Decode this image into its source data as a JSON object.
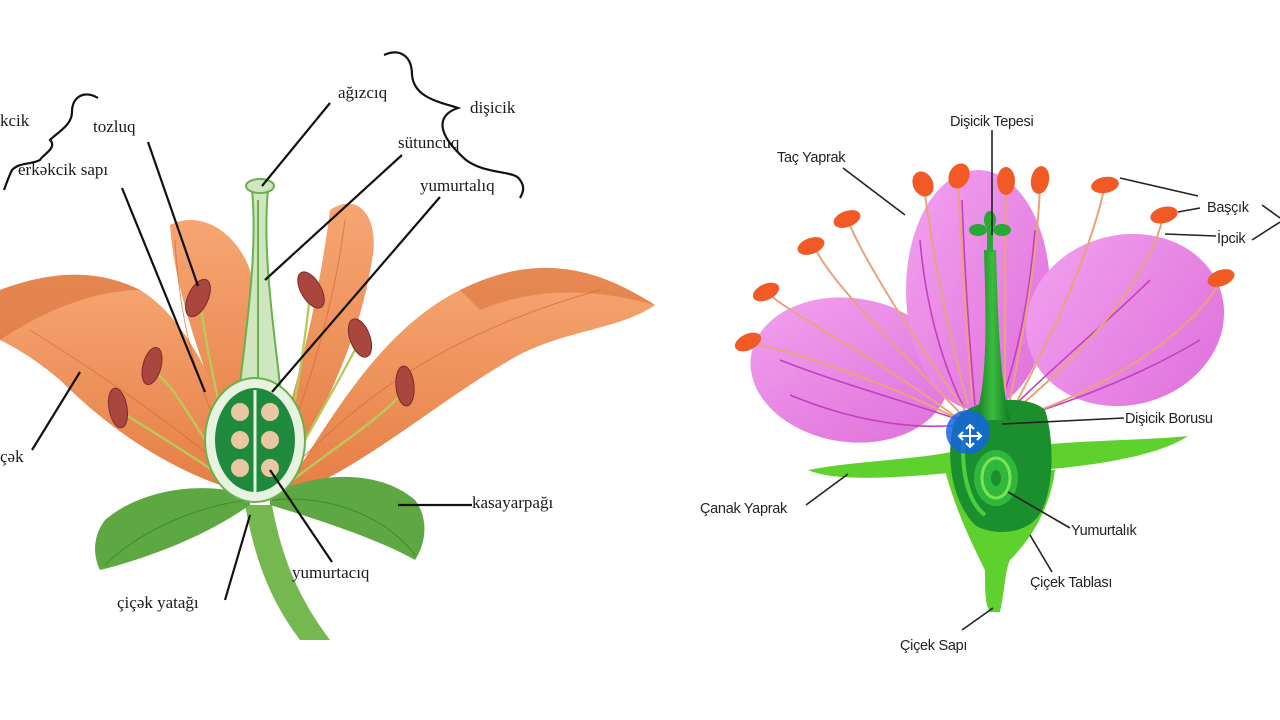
{
  "left_diagram": {
    "labels": {
      "stamen_cut": "kcik",
      "anther": "tozluq",
      "filament": "erkəkcik sapı",
      "stigma": "ağızcıq",
      "pistil": "dişicik",
      "style": "sütuncuq",
      "ovary": "yumurtalıq",
      "petal_cut": "çək",
      "sepal": "kasayarpağı",
      "ovule": "yumurtacıq",
      "receptacle": "çiçək yatağı"
    },
    "colors": {
      "petal": "#f0955a",
      "petal_dark": "#d9713a",
      "leaf": "#6ab04c",
      "anther": "#a9473e",
      "ovary": "#1f8a3e"
    }
  },
  "right_diagram": {
    "labels": {
      "stigma": "Dişicik Tepesi",
      "petal": "Taç Yaprak",
      "anther": "Başçık",
      "filament": "İpcik",
      "style": "Dişicik Borusu",
      "sepal": "Çanak Yaprak",
      "ovary": "Yumurtalık",
      "receptacle": "Çiçek Tablası",
      "stalk": "Çiçek Sapı"
    },
    "colors": {
      "petal": "#e98ae6",
      "anther": "#f15a24",
      "sepal": "#5ed12f",
      "pistil": "#1e9a32",
      "highlight": "#1565e0"
    }
  }
}
